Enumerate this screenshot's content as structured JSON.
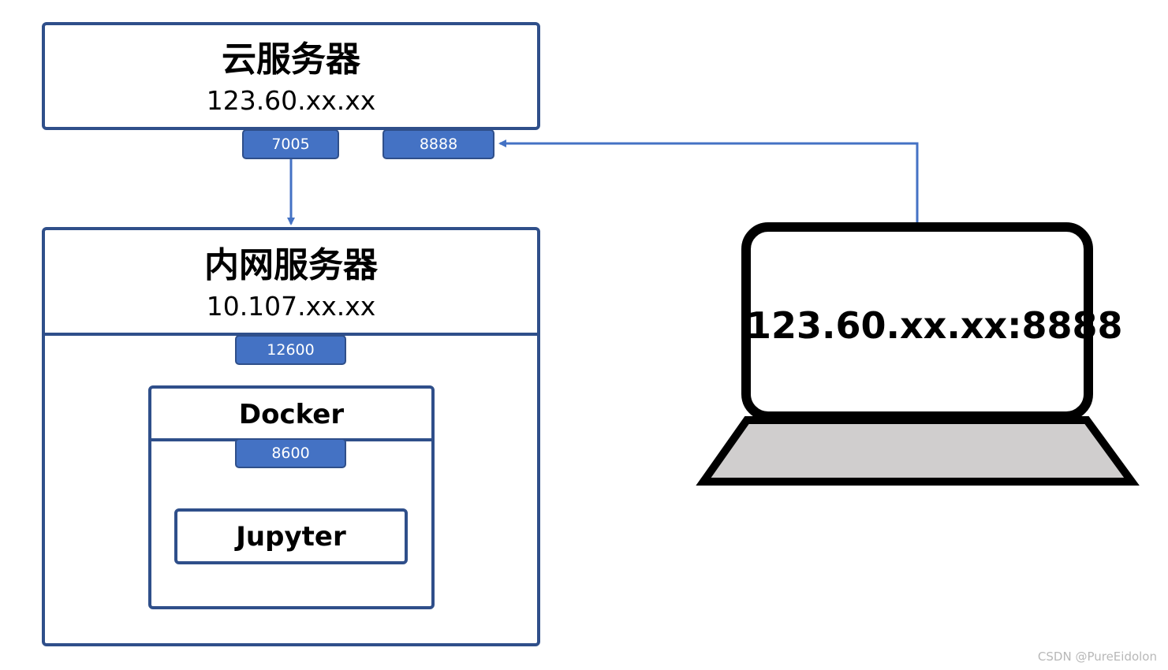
{
  "cloud_server": {
    "title": "云服务器",
    "ip": "123.60.xx.xx",
    "ports": [
      "7005",
      "8888"
    ]
  },
  "intranet_server": {
    "title": "内网服务器",
    "ip": "10.107.xx.xx",
    "port": "12600",
    "docker": {
      "title": "Docker",
      "port": "8600",
      "app": "Jupyter"
    }
  },
  "laptop": {
    "address": "123.60.xx.xx:8888"
  },
  "watermark": "CSDN @PureEidolon",
  "colors": {
    "border": "#2f4f8a",
    "port_fill": "#4472c4",
    "arrow": "#4472c4",
    "laptop_base": "#d0cece"
  }
}
